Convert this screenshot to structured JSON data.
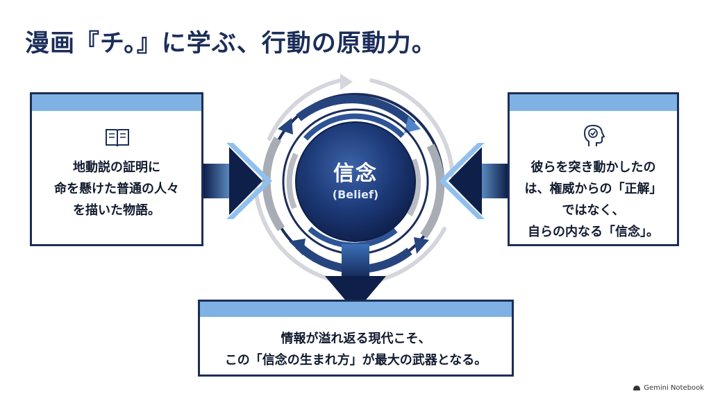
{
  "title": "漫画『チ。』に学ぶ、行動の原動力。",
  "center": {
    "label": "信念",
    "sublabel": "(Belief)"
  },
  "left_box": {
    "icon": "open-book-icon",
    "lines": [
      "地動説の証明に",
      "命を懸けた普通の人々",
      "を描いた物語。"
    ]
  },
  "right_box": {
    "icon": "head-check-icon",
    "lines": [
      "彼らを突き動かしたの",
      "は、権威からの「正解」",
      "ではなく、",
      "自らの内なる「信念」。"
    ]
  },
  "bottom_box": {
    "lines": [
      "情報が溢れ返る現代こそ、",
      "この「信念の生まれ方」が最大の武器となる。"
    ]
  },
  "brand": "Gemini Notebook",
  "colors": {
    "navy": "#1b2d5a",
    "band_blue": "#7fb2e3",
    "ring_gray": "#c9ccd3",
    "arrow_light": "#a9cdf0"
  }
}
